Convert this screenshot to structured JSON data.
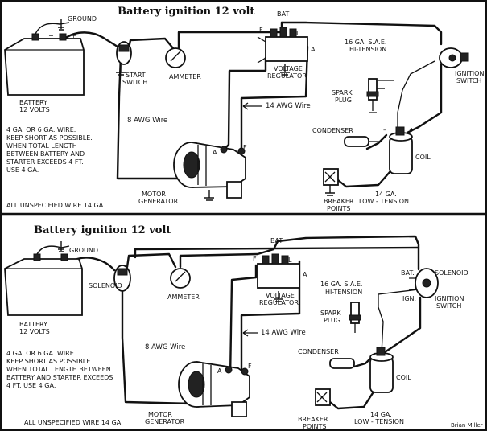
{
  "top": {
    "title": "Battery ignition 12 volt",
    "labels": {
      "ground": "GROUND",
      "bat": "BAT",
      "f": "F",
      "l": "L",
      "a": "A",
      "gauge_16_l1": "16 GA. S.A.E.",
      "gauge_16_l2": "HI-TENSION",
      "ignition_l1": "IGNITION",
      "ignition_l2": "SWITCH",
      "start_l1": "START",
      "start_l2": "SWITCH",
      "ammeter": "AMMETER",
      "vr_l1": "VOLTAGE",
      "vr_l2": "REGULATOR",
      "battery_l1": "BATTERY",
      "battery_l2": "12 VOLTS",
      "awg8": "8 AWG Wire",
      "awg14": "14 AWG Wire",
      "spark_l1": "SPARK",
      "spark_l2": "PLUG",
      "note_l1": "4 GA. OR 6 GA. WIRE.",
      "note_l2": "KEEP SHORT AS POSSIBLE.",
      "note_l3": "WHEN TOTAL LENGTH",
      "note_l4": "BETWEEN BATTERY AND",
      "note_l5": "STARTER EXCEEDS 4 FT.",
      "note_l6": "USE 4 GA.",
      "condenser": "CONDENSER",
      "coil": "COIL",
      "minus": "–",
      "plus": "+",
      "unspecified": "ALL UNSPECIFIED WIRE 14 GA.",
      "mg_l1": "MOTOR",
      "mg_l2": "GENERATOR",
      "gauge_14_l1": "14 GA.",
      "gauge_14_l2": "LOW - TENSION",
      "bp_l1": "BREAKER",
      "bp_l2": "POINTS"
    }
  },
  "bottom": {
    "title": "Battery ignition 12 volt",
    "labels": {
      "ground": "GROUND",
      "bat": "BAT",
      "f": "F",
      "l": "L",
      "a": "A",
      "bat_short": "BAT.",
      "solenoid": "SOLENOID",
      "ign": "IGN.",
      "ignition_l1": "IGNITION",
      "ignition_l2": "SWITCH",
      "solenoid_left": "SOLENOID",
      "ammeter": "AMMETER",
      "vr_l1": "VOLTAGE",
      "vr_l2": "REGULATOR",
      "gauge_16_l1": "16 GA. S.A.E.",
      "gauge_16_l2": "HI-TENSION",
      "battery_l1": "BATTERY",
      "battery_l2": "12 VOLTS",
      "spark_l1": "SPARK",
      "spark_l2": "PLUG",
      "awg8": "8 AWG Wire",
      "awg14": "14 AWG Wire",
      "note_l1": "4 GA. OR 6 GA. WIRE.",
      "note_l2": "KEEP SHORT AS POSSIBLE.",
      "note_l3": "WHEN TOTAL LENGTH BETWEEN",
      "note_l4": "BATTERY AND STARTER EXCEEDS",
      "note_l5": "4 FT. USE 4 GA.",
      "condenser": "CONDENSER",
      "coil": "COIL",
      "unspecified": "ALL UNSPECIFIED WIRE 14 GA.",
      "mg_l1": "MOTOR",
      "mg_l2": "GENERATOR",
      "gauge_14_l1": "14 GA.",
      "gauge_14_l2": "LOW - TENSION",
      "bp_l1": "BREAKER",
      "bp_l2": "POINTS"
    }
  },
  "credit": "Brian Miller"
}
